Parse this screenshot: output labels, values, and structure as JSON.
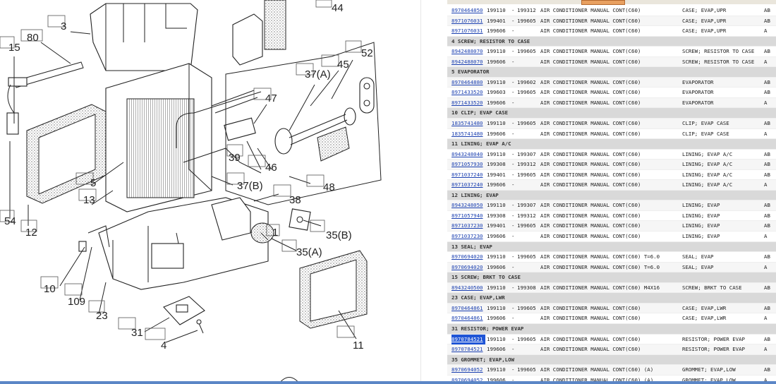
{
  "diagram": {
    "labels": {
      "l44": "44",
      "l3": "3",
      "l80": "80",
      "l15": "15",
      "l52": "52",
      "l45": "45",
      "l37a": "37(A)",
      "l47": "47",
      "l39": "39",
      "l46": "46",
      "l37b": "37(B)",
      "l48": "48",
      "l38": "38",
      "l5": "5",
      "l13": "13",
      "l54": "54",
      "l12": "12",
      "l35b": "35(B)",
      "l35a": "35(A)",
      "l1": "1",
      "l10": "10",
      "l109": "109",
      "l23": "23",
      "l31": "31",
      "l4": "4",
      "l11": "11"
    }
  },
  "parts_list": {
    "rows": [
      {
        "type": "part",
        "part_no": "8970464850",
        "from": "199110",
        "dash": "-",
        "to": "199312",
        "model": "AIR CONDITIONER MANUAL CONT(C60)",
        "desc": "CASE; EVAP,UPR",
        "code": "AB"
      },
      {
        "type": "part",
        "part_no": "8971076031",
        "from": "199401",
        "dash": "-",
        "to": "199605",
        "model": "AIR CONDITIONER MANUAL CONT(C60)",
        "desc": "CASE; EVAP,UPR",
        "code": "AB"
      },
      {
        "type": "part",
        "part_no": "8971076031",
        "from": "199606",
        "dash": "-",
        "to": "",
        "model": "AIR CONDITIONER MANUAL CONT(C60)",
        "desc": "CASE; EVAP,UPR",
        "code": "A"
      },
      {
        "type": "header",
        "title": "4 SCREW; RESISTOR TO CASE"
      },
      {
        "type": "part",
        "part_no": "8942488070",
        "from": "199110",
        "dash": "-",
        "to": "199605",
        "model": "AIR CONDITIONER MANUAL CONT(C60)",
        "desc": "SCREW; RESISTOR TO CASE",
        "code": "AB"
      },
      {
        "type": "part",
        "part_no": "8942488070",
        "from": "199606",
        "dash": "-",
        "to": "",
        "model": "AIR CONDITIONER MANUAL CONT(C60)",
        "desc": "SCREW; RESISTOR TO CASE",
        "code": "A"
      },
      {
        "type": "header",
        "title": "5 EVAPORATOR"
      },
      {
        "type": "part",
        "part_no": "8970464880",
        "from": "199110",
        "dash": "-",
        "to": "199602",
        "model": "AIR CONDITIONER MANUAL CONT(C60)",
        "desc": "EVAPORATOR",
        "code": "AB"
      },
      {
        "type": "part",
        "part_no": "8971433520",
        "from": "199603",
        "dash": "-",
        "to": "199605",
        "model": "AIR CONDITIONER MANUAL CONT(C60)",
        "desc": "EVAPORATOR",
        "code": "AB"
      },
      {
        "type": "part",
        "part_no": "8971433520",
        "from": "199606",
        "dash": "-",
        "to": "",
        "model": "AIR CONDITIONER MANUAL CONT(C60)",
        "desc": "EVAPORATOR",
        "code": "A"
      },
      {
        "type": "header",
        "title": "10 CLIP; EVAP CASE"
      },
      {
        "type": "part",
        "part_no": "1835741480",
        "from": "199110",
        "dash": "-",
        "to": "199605",
        "model": "AIR CONDITIONER MANUAL CONT(C60)",
        "desc": "CLIP; EVAP CASE",
        "code": "AB"
      },
      {
        "type": "part",
        "part_no": "1835741480",
        "from": "199606",
        "dash": "-",
        "to": "",
        "model": "AIR CONDITIONER MANUAL CONT(C60)",
        "desc": "CLIP; EVAP CASE",
        "code": "A"
      },
      {
        "type": "header",
        "title": "11 LINING; EVAP A/C"
      },
      {
        "type": "part",
        "part_no": "8943248040",
        "from": "199110",
        "dash": "-",
        "to": "199307",
        "model": "AIR CONDITIONER MANUAL CONT(C60)",
        "desc": "LINING; EVAP A/C",
        "code": "AB"
      },
      {
        "type": "part",
        "part_no": "8971057930",
        "from": "199308",
        "dash": "-",
        "to": "199312",
        "model": "AIR CONDITIONER MANUAL CONT(C60)",
        "desc": "LINING; EVAP A/C",
        "code": "AB"
      },
      {
        "type": "part",
        "part_no": "8971037240",
        "from": "199401",
        "dash": "-",
        "to": "199605",
        "model": "AIR CONDITIONER MANUAL CONT(C60)",
        "desc": "LINING; EVAP A/C",
        "code": "AB"
      },
      {
        "type": "part",
        "part_no": "8971037240",
        "from": "199606",
        "dash": "-",
        "to": "",
        "model": "AIR CONDITIONER MANUAL CONT(C60)",
        "desc": "LINING; EVAP A/C",
        "code": "A"
      },
      {
        "type": "header",
        "title": "12 LINING; EVAP"
      },
      {
        "type": "part",
        "part_no": "8943248050",
        "from": "199110",
        "dash": "-",
        "to": "199307",
        "model": "AIR CONDITIONER MANUAL CONT(C60)",
        "desc": "LINING; EVAP",
        "code": "AB"
      },
      {
        "type": "part",
        "part_no": "8971057940",
        "from": "199308",
        "dash": "-",
        "to": "199312",
        "model": "AIR CONDITIONER MANUAL CONT(C60)",
        "desc": "LINING; EVAP",
        "code": "AB"
      },
      {
        "type": "part",
        "part_no": "8971037230",
        "from": "199401",
        "dash": "-",
        "to": "199605",
        "model": "AIR CONDITIONER MANUAL CONT(C60)",
        "desc": "LINING; EVAP",
        "code": "AB"
      },
      {
        "type": "part",
        "part_no": "8971037230",
        "from": "199606",
        "dash": "-",
        "to": "",
        "model": "AIR CONDITIONER MANUAL CONT(C60)",
        "desc": "LINING; EVAP",
        "code": "A"
      },
      {
        "type": "header",
        "title": "13 SEAL; EVAP"
      },
      {
        "type": "part",
        "part_no": "8970694020",
        "from": "199110",
        "dash": "-",
        "to": "199605",
        "model": "AIR CONDITIONER MANUAL CONT(C60) T=6.0",
        "desc": "SEAL; EVAP",
        "code": "AB"
      },
      {
        "type": "part",
        "part_no": "8970694020",
        "from": "199606",
        "dash": "-",
        "to": "",
        "model": "AIR CONDITIONER MANUAL CONT(C60) T=6.0",
        "desc": "SEAL; EVAP",
        "code": "A"
      },
      {
        "type": "header",
        "title": "15 SCREW; BRKT TO CASE"
      },
      {
        "type": "part",
        "part_no": "8943240500",
        "from": "199110",
        "dash": "-",
        "to": "199308",
        "model": "AIR CONDITIONER MANUAL CONT(C60) M4X16",
        "desc": "SCREW; BRKT TO CASE",
        "code": "AB"
      },
      {
        "type": "header",
        "title": "23 CASE; EVAP,LWR"
      },
      {
        "type": "part",
        "part_no": "8970464861",
        "from": "199110",
        "dash": "-",
        "to": "199605",
        "model": "AIR CONDITIONER MANUAL CONT(C60)",
        "desc": "CASE; EVAP,LWR",
        "code": "AB"
      },
      {
        "type": "part",
        "part_no": "8970464861",
        "from": "199606",
        "dash": "-",
        "to": "",
        "model": "AIR CONDITIONER MANUAL CONT(C60)",
        "desc": "CASE; EVAP,LWR",
        "code": "A"
      },
      {
        "type": "header",
        "title": "31 RESISTOR; POWER EVAP"
      },
      {
        "type": "part",
        "part_no": "8970784521",
        "from": "199110",
        "dash": "-",
        "to": "199605",
        "model": "AIR CONDITIONER MANUAL CONT(C60)",
        "desc": "RESISTOR; POWER EVAP",
        "code": "AB",
        "selected": true
      },
      {
        "type": "part",
        "part_no": "8970784521",
        "from": "199606",
        "dash": "-",
        "to": "",
        "model": "AIR CONDITIONER MANUAL CONT(C60)",
        "desc": "RESISTOR; POWER EVAP",
        "code": "A"
      },
      {
        "type": "header",
        "title": "35 GROMMET; EVAP,LOW"
      },
      {
        "type": "part",
        "part_no": "8970694052",
        "from": "199110",
        "dash": "-",
        "to": "199605",
        "model": "AIR CONDITIONER MANUAL CONT(C60) (A)",
        "desc": "GROMMET; EVAP,LOW",
        "code": "AB"
      },
      {
        "type": "part",
        "part_no": "8970694052",
        "from": "199606",
        "dash": "-",
        "to": "",
        "model": "AIR CONDITIONER MANUAL CONT(C60) (A)",
        "desc": "GROMMET; EVAP,LOW",
        "code": "A"
      }
    ]
  },
  "colors": {
    "link": "#1a3fb0",
    "selected_bg": "#1f55d6",
    "header_bg": "#d9d9d9",
    "top_button": "#e8a060",
    "bottom_bar": "#5b86c6"
  }
}
